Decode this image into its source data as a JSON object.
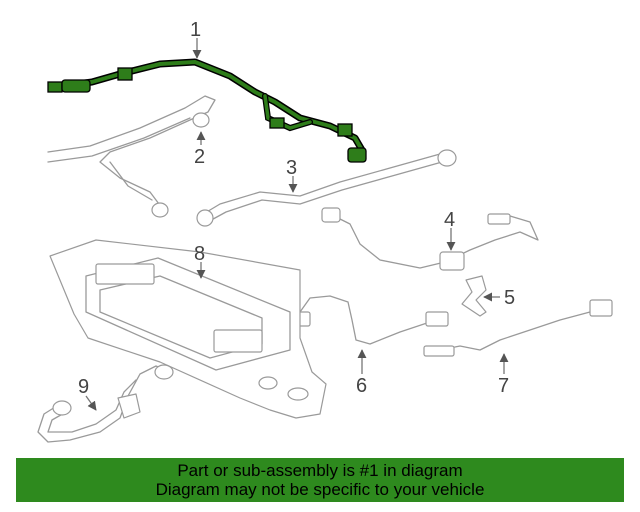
{
  "callouts": [
    "1",
    "2",
    "3",
    "4",
    "5",
    "6",
    "7",
    "8",
    "9"
  ],
  "highlight_color": "#2e7d1a",
  "banner_color": "#2e8a1e",
  "footer": {
    "line1": "Part or sub-assembly is #1 in diagram",
    "line2": "Diagram may not be specific to your vehicle"
  }
}
